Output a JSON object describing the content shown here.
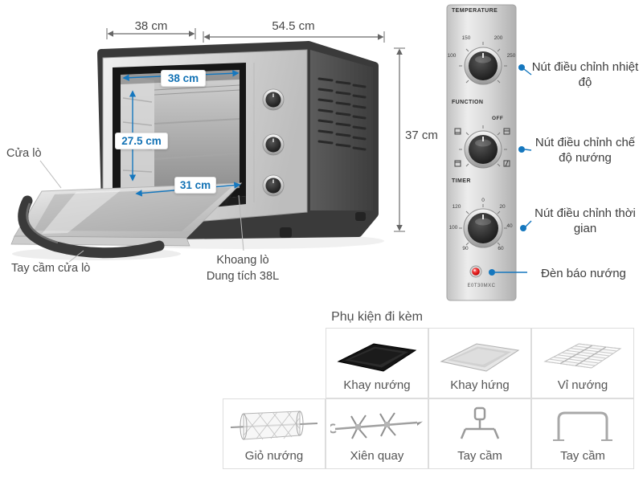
{
  "colors": {
    "accent_blue": "#1577be",
    "dim_text": "#474747",
    "label_text": "#4a4a4a"
  },
  "outer_dimensions": {
    "depth": "38 cm",
    "width": "54.5 cm",
    "height": "37 cm"
  },
  "inner_dimensions": {
    "width": "38 cm",
    "height": "27.5 cm",
    "depth": "31 cm"
  },
  "oven_labels": {
    "door": "Cửa lò",
    "door_handle": "Tay cầm cửa lò",
    "cavity_name": "Khoang lò",
    "cavity_capacity": "Dung tích 38L"
  },
  "control_panel": {
    "temperature_label": "TEMPERATURE",
    "function_label": "FUNCTION",
    "timer_label": "TIMER",
    "off_label": "OFF",
    "model_code": "E0T30MXC",
    "temp_ticks": [
      "100",
      "150",
      "200",
      "250"
    ],
    "timer_ticks": [
      "0",
      "20",
      "40",
      "60",
      "90",
      "100",
      "120"
    ]
  },
  "callouts": [
    {
      "label": "Nút điều chỉnh nhiệt độ"
    },
    {
      "label": "Nút điều chỉnh chế độ nướng"
    },
    {
      "label": "Nút điều chỉnh thời gian"
    },
    {
      "label": "Đèn báo nướng"
    }
  ],
  "accessories": {
    "title": "Phụ kiện đi kèm",
    "row1": [
      "Khay nướng",
      "Khay hứng",
      "Vỉ nướng"
    ],
    "row2": [
      "Giỏ nướng",
      "Xiên quay",
      "Tay cầm",
      "Tay cầm"
    ]
  }
}
